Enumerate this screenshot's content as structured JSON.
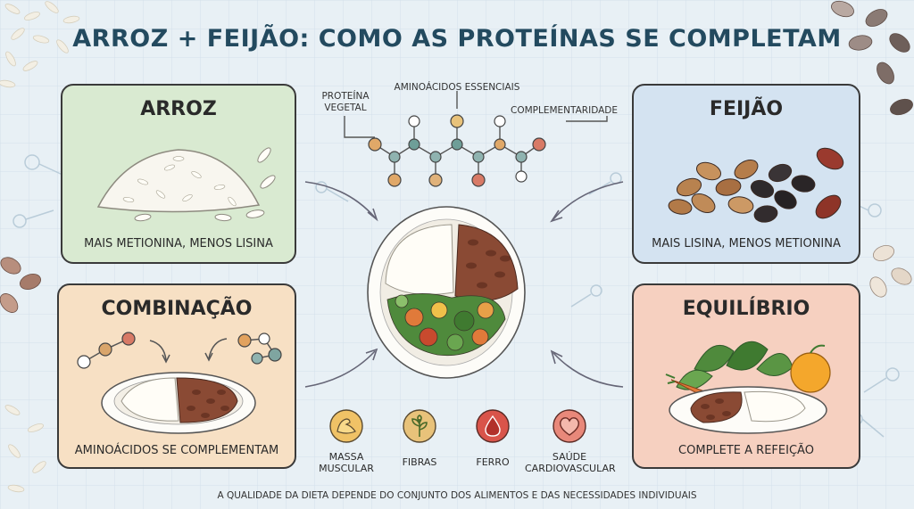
{
  "title": "ARROZ + FEIJÃO: COMO AS PROTEÍNAS SE COMPLETAM",
  "cards": {
    "arroz": {
      "title": "ARROZ",
      "caption": "MAIS METIONINA, MENOS LISINA"
    },
    "feijao": {
      "title": "FEIJÃO",
      "caption": "MAIS LISINA, MENOS METIONINA"
    },
    "combinacao": {
      "title": "COMBINAÇÃO",
      "caption": "AMINOÁCIDOS SE COMPLEMENTAM"
    },
    "equilibrio": {
      "title": "EQUILÍBRIO",
      "caption": "COMPLETE A REFEIÇÃO"
    }
  },
  "molecule": {
    "label_left": [
      "PROTEÍNA",
      "VEGETAL"
    ],
    "label_top": "AMINOÁCIDOS ESSENCIAIS",
    "label_right": "COMPLEMENTARIDADE"
  },
  "benefits": [
    {
      "icon": "muscle-icon",
      "label": [
        "MASSA",
        "MUSCULAR"
      ]
    },
    {
      "icon": "fiber-leaf-icon",
      "label": [
        "FIBRAS"
      ]
    },
    {
      "icon": "iron-drop-icon",
      "label": [
        "FERRO"
      ]
    },
    {
      "icon": "heart-icon",
      "label": [
        "SAÚDE",
        "CARDIOVASCULAR"
      ]
    }
  ],
  "footer": "A QUALIDADE DA DIETA DEPENDE DO CONJUNTO DOS ALIMENTOS E DAS NECESSIDADES INDIVIDUAIS",
  "colors": {
    "title": "#234a5f",
    "arroz_card": "#d9ead1",
    "feijao_card": "#d4e3f1",
    "combinacao_card": "#f7e0c4",
    "equilibrio_card": "#f6d0c0",
    "background": "#e8f0f5"
  }
}
